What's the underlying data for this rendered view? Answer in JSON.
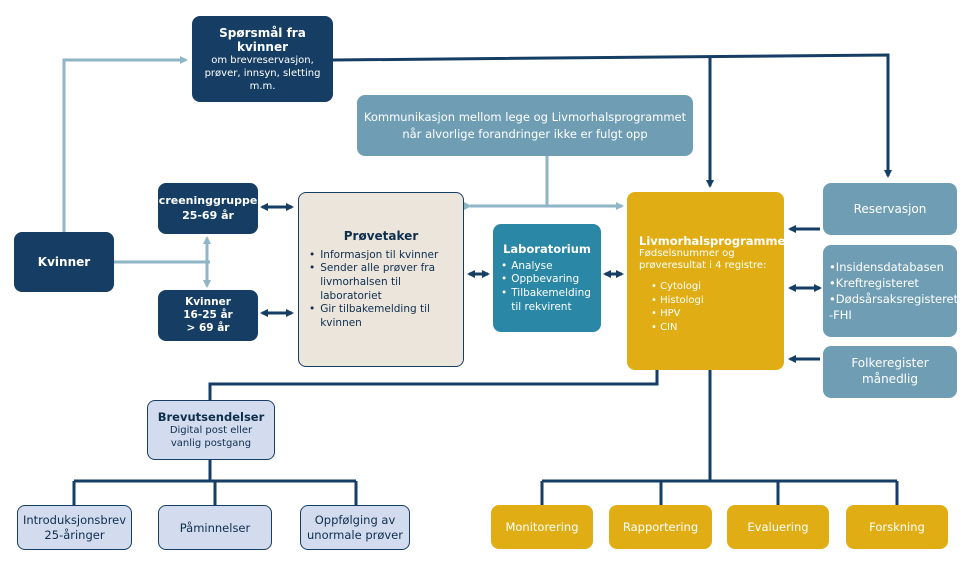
{
  "colors": {
    "navy": "#163e64",
    "gray_blue": "#6f9eb4",
    "teal": "#2a87a6",
    "yellow": "#e0ae14",
    "beige": "#ece5dc",
    "lavender": "#d3dcee",
    "connector_light": "#8fb6c7",
    "connector_dark": "#163e64"
  },
  "questions": {
    "title": "Spørsmål fra kvinner",
    "lines": [
      "om brevreservasjon,",
      "prøver, innsyn, sletting",
      "m.m."
    ]
  },
  "communication": {
    "lines": [
      "Kommunikasjon mellom lege og Livmorhalsprogrammet",
      "når alvorlige forandringer ikke er fulgt opp"
    ]
  },
  "women": {
    "label": "Kvinner"
  },
  "screening_group": {
    "lines": [
      "Screeninggruppen",
      "25-69 år"
    ]
  },
  "women_outside": {
    "lines": [
      "Kvinner",
      "16-25 år",
      "> 69 år"
    ]
  },
  "sample_taker": {
    "title": "Prøvetaker",
    "items": [
      "Informasjon til kvinner",
      "Sender alle prøver fra livmorhalsen til laboratoriet",
      "Gir tilbakemelding til kvinnen"
    ]
  },
  "laboratory": {
    "title": "Laboratorium",
    "items": [
      "Analyse",
      "Oppbevaring",
      "Tilbakemelding til rekvirent"
    ]
  },
  "program": {
    "title": "Livmorhalsprogrammet",
    "subtitle": "Fødselsnummer og prøveresultat i 4 registre:",
    "items": [
      "Cytologi",
      "Histologi",
      "HPV",
      "CIN"
    ]
  },
  "reservation": {
    "label": "Reservasjon"
  },
  "registries": {
    "items": [
      "Insidensdatabasen",
      "Kreftregisteret",
      "Dødsårsaksregisteret -FHI"
    ]
  },
  "population_registry": {
    "lines": [
      "Folkeregister",
      "månedlig"
    ]
  },
  "mailings": {
    "title": "Brevutsendelser",
    "lines": [
      "Digital post eller",
      "vanlig postgang"
    ]
  },
  "letters": [
    {
      "lines": [
        "Introduksjonsbrev",
        "25-åringer"
      ]
    },
    {
      "lines": [
        "Påminnelser"
      ]
    },
    {
      "lines": [
        "Oppfølging av",
        "unormale prøver"
      ]
    }
  ],
  "outputs": [
    "Monitorering",
    "Rapportering",
    "Evaluering",
    "Forskning"
  ]
}
